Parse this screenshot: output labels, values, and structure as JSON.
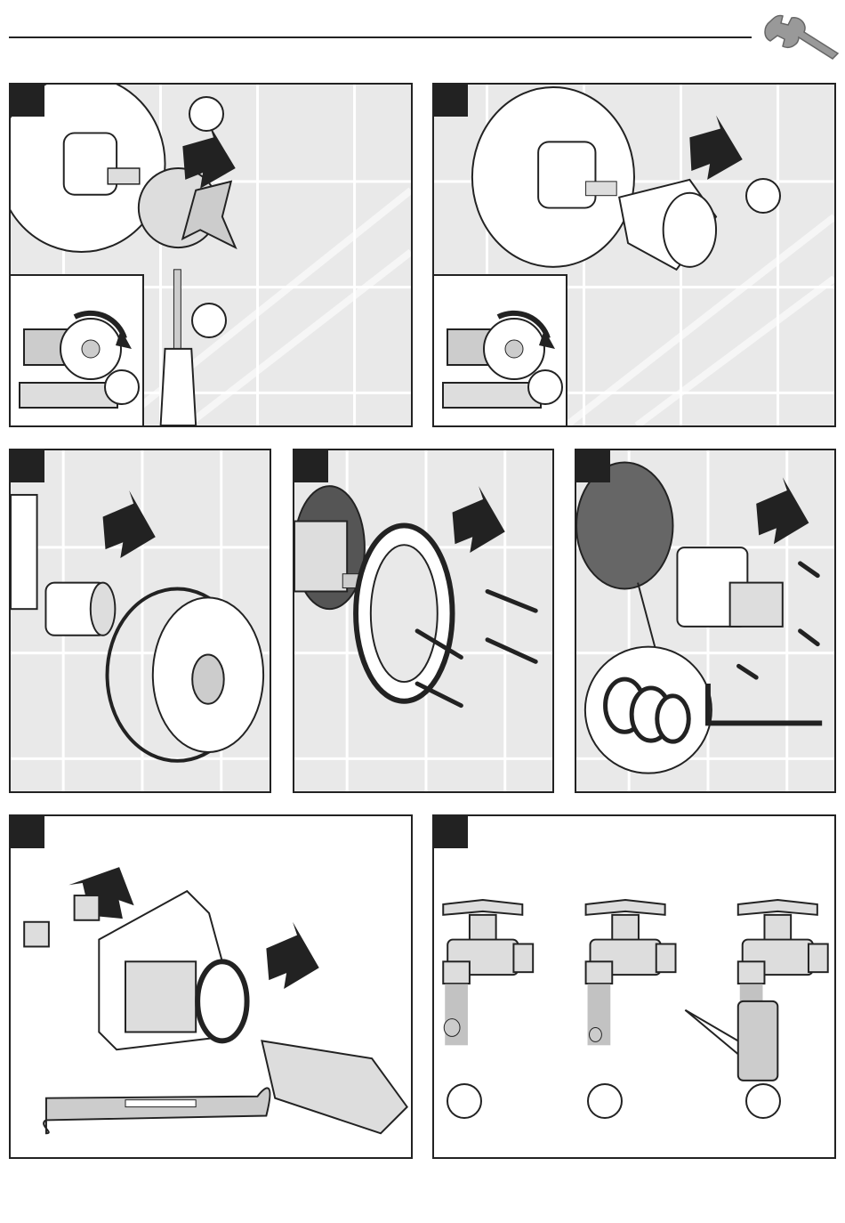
{
  "header": {
    "icon": "wrench-icon"
  },
  "colors": {
    "tile": "#e9e9e9",
    "grout": "#ffffff",
    "ink": "#222222",
    "metal": "#cfcfcf"
  },
  "panels": [
    {
      "id": "p1",
      "step": "",
      "callouts": [
        "",
        "",
        ""
      ]
    },
    {
      "id": "p2",
      "step": "",
      "callouts": [
        "",
        ""
      ]
    },
    {
      "id": "p3",
      "step": ""
    },
    {
      "id": "p4",
      "step": ""
    },
    {
      "id": "p5",
      "step": ""
    },
    {
      "id": "p6",
      "step": ""
    },
    {
      "id": "p7",
      "step": "",
      "callouts": [
        "",
        "",
        ""
      ]
    }
  ]
}
